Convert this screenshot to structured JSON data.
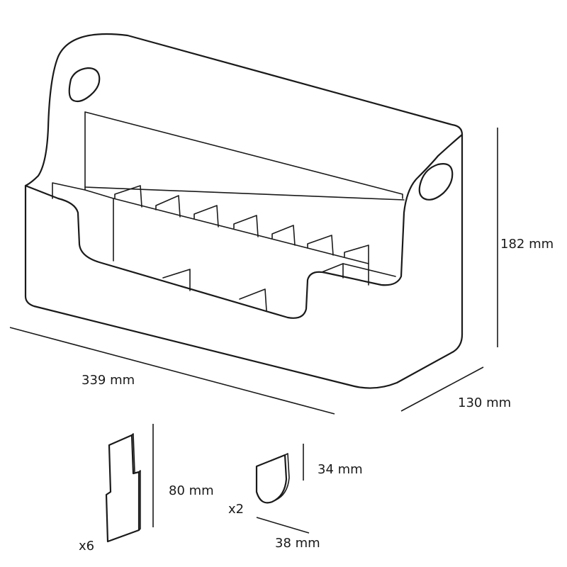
{
  "dimensions": {
    "height": "182 mm",
    "length": "339 mm",
    "depth": "130 mm"
  },
  "parts": {
    "divider_large": {
      "height": "80 mm",
      "quantity": "x6"
    },
    "divider_small": {
      "height": "34 mm",
      "width": "38 mm",
      "quantity": "x2"
    }
  }
}
